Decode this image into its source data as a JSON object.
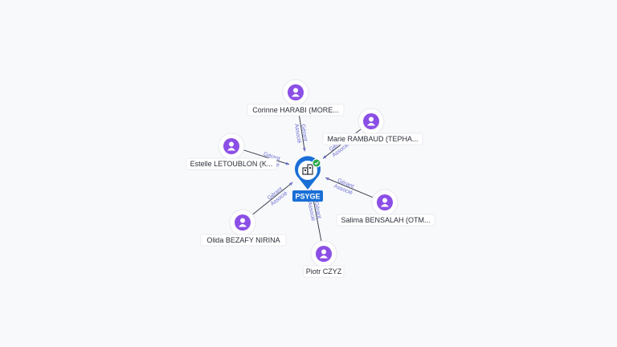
{
  "company": {
    "name": "PSYGE",
    "icon": "building-icon",
    "status_icon": "check-badge-icon",
    "status_color": "#2aa84a",
    "accent_color": "#1a6fd6"
  },
  "people": [
    {
      "id": "corinne",
      "name": "Corinne HARABI (MORE...",
      "role_label": "Gérant Associé"
    },
    {
      "id": "marie",
      "name": "Marie RAMBAUD (TEPHA...",
      "role_label": "Gérant Associé"
    },
    {
      "id": "estelle",
      "name": "Estelle LETOUBLON (K...",
      "role_label": "Gérant Associé"
    },
    {
      "id": "salima",
      "name": "Salima BENSALAH (OTM...",
      "role_label": "Gérant Associé"
    },
    {
      "id": "olida",
      "name": "Olida BEZAFY NIRINA",
      "role_label": "Gérant Associé"
    },
    {
      "id": "piotr",
      "name": "Piotr CZYZ",
      "role_label": "Gérant Associé"
    }
  ],
  "person_icon": "person-icon",
  "person_color": "#8b4fe6"
}
